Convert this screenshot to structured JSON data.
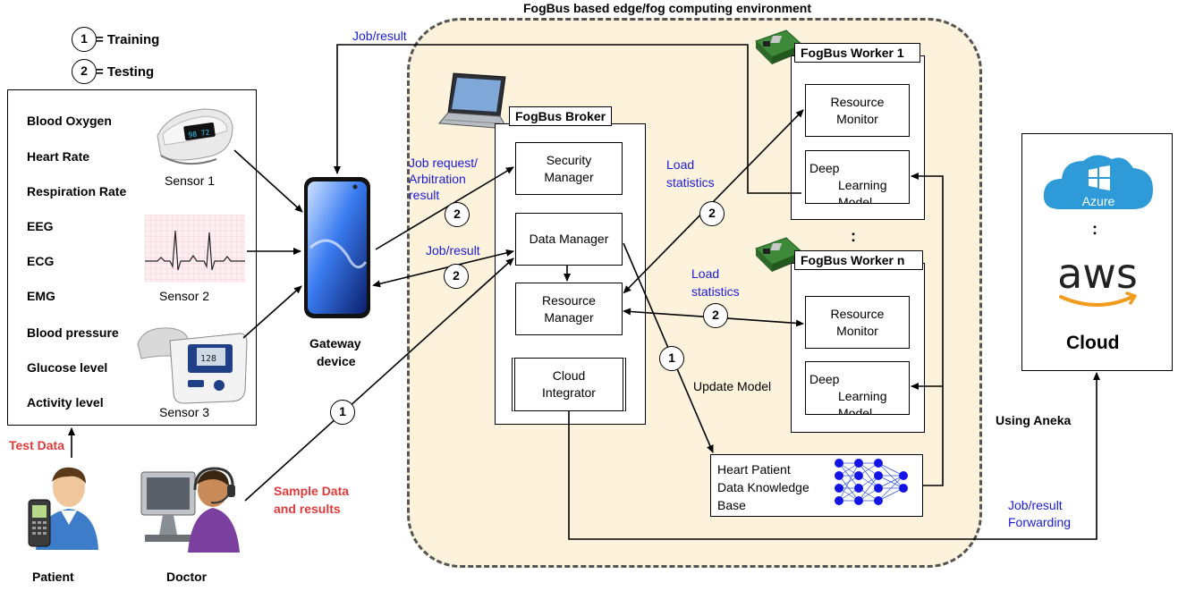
{
  "environment": {
    "title": "FogBus based edge/fog computing environment",
    "fill": "#fdf3dc"
  },
  "legend": [
    {
      "num": "1",
      "label": "= Training"
    },
    {
      "num": "2",
      "label": "= Testing"
    }
  ],
  "sensors_panel": {
    "items": [
      "Blood Oxygen",
      "Heart Rate",
      "Respiration Rate",
      "EEG",
      "ECG",
      "EMG",
      "Blood pressure",
      "Glucose level",
      "Activity level"
    ],
    "sensor_labels": [
      "Sensor 1",
      "Sensor 2",
      "Sensor 3"
    ]
  },
  "test_data": "Test Data",
  "sample_data": [
    "Sample Data",
    "and results"
  ],
  "actors": {
    "patient": "Patient",
    "doctor": "Doctor"
  },
  "gateway": [
    "Gateway",
    "device"
  ],
  "edges": {
    "job_result_top": "Job/result",
    "job_request": [
      "Job request/",
      "Arbitration",
      "result"
    ],
    "job_result_mid": "Job/result",
    "load_stats_top": [
      "Load",
      "statistics"
    ],
    "load_stats_bottom": [
      "Load",
      "statistics"
    ],
    "update_model": "Update Model",
    "using_aneka": "Using Aneka",
    "job_result_forwarding": [
      "Job/result",
      "Forwarding"
    ]
  },
  "broker": {
    "title": "FogBus Broker",
    "components": {
      "security": [
        "Security",
        "Manager"
      ],
      "data": "Data Manager",
      "resource": [
        "Resource",
        "Manager"
      ],
      "cloud": [
        "Cloud",
        "Integrator"
      ]
    }
  },
  "worker1": {
    "title": "FogBus Worker 1",
    "monitor": [
      "Resource",
      "Monitor"
    ],
    "model": [
      "Deep",
      "Learning",
      "Model"
    ]
  },
  "workern": {
    "title": "FogBus Worker n",
    "monitor": [
      "Resource",
      "Monitor"
    ],
    "model": [
      "Deep",
      "Learning",
      "Model"
    ]
  },
  "workers_dots": ":",
  "knowledge_base": [
    "Heart Patient",
    "Data Knowledge",
    "Base"
  ],
  "cloud": {
    "azure": "Azure",
    "aws": "aws",
    "dots": ":",
    "label": "Cloud"
  },
  "colors": {
    "link_text": "#1a1ad6",
    "red_text": "#e03a3a",
    "azure": "#2e9bd8",
    "aws_smile": "#f29b1d"
  }
}
